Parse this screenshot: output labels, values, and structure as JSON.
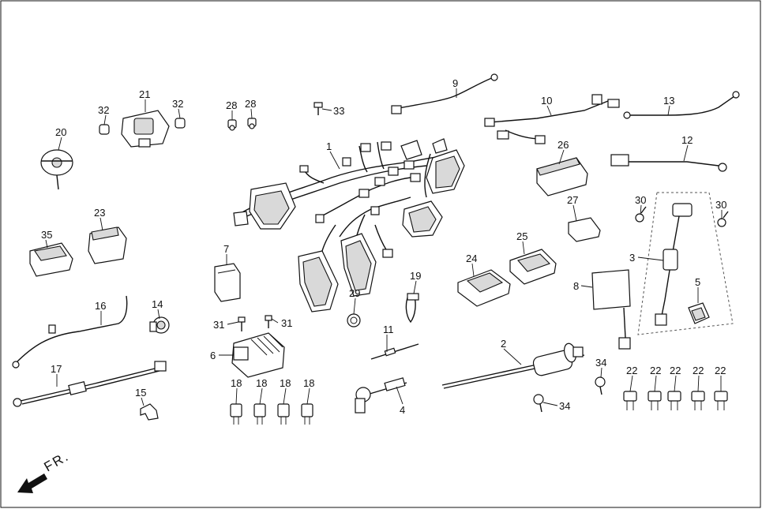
{
  "diagram": {
    "direction_label": "FR.",
    "callouts": {
      "c1": "1",
      "c2": "2",
      "c3": "3",
      "c4": "4",
      "c5": "5",
      "c6": "6",
      "c7": "7",
      "c8": "8",
      "c9": "9",
      "c10": "10",
      "c11": "11",
      "c12": "12",
      "c13": "13",
      "c14": "14",
      "c15": "15",
      "c16": "16",
      "c17": "17",
      "c18a": "18",
      "c18b": "18",
      "c18c": "18",
      "c18d": "18",
      "c19": "19",
      "c20": "20",
      "c21": "21",
      "c22a": "22",
      "c22b": "22",
      "c22c": "22",
      "c22d": "22",
      "c22e": "22",
      "c23": "23",
      "c24": "24",
      "c25": "25",
      "c26": "26",
      "c27": "27",
      "c28a": "28",
      "c28b": "28",
      "c29": "29",
      "c30a": "30",
      "c30b": "30",
      "c31a": "31",
      "c31b": "31",
      "c32a": "32",
      "c32b": "32",
      "c33": "33",
      "c34a": "34",
      "c34b": "34",
      "c35": "35"
    }
  }
}
